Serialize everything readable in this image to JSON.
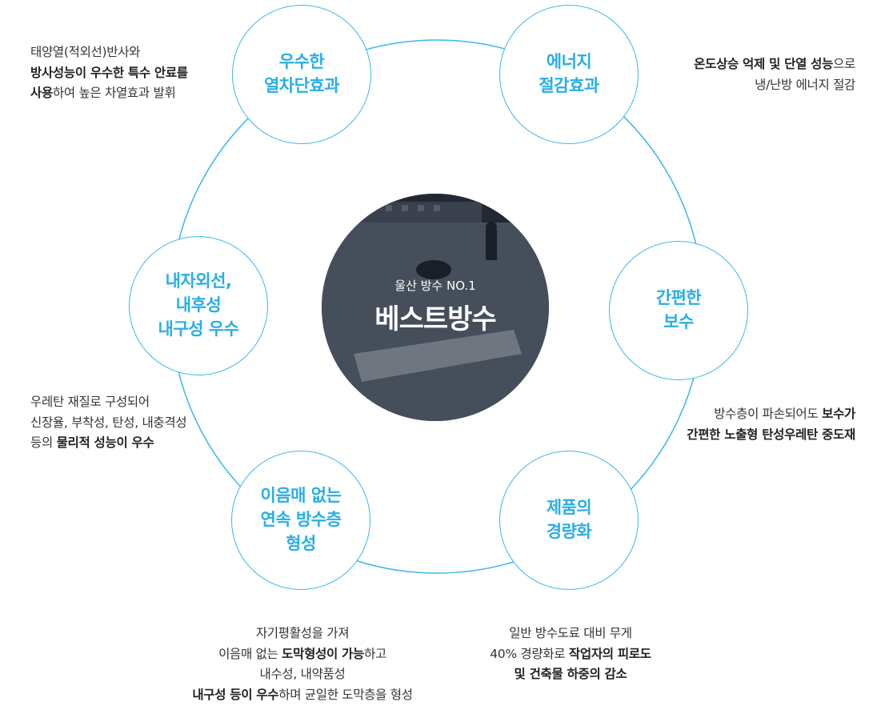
{
  "hub": {
    "subtitle": "울산 방수 NO.1",
    "title": "베스트방수"
  },
  "features": [
    {
      "title": "우수한\n열차단효과",
      "desc": [
        [
          {
            "t": "태양열(적외선)반사와",
            "b": false
          }
        ],
        [
          {
            "t": "방사성능이 우수한 특수 안료를",
            "b": true
          }
        ],
        [
          {
            "t": "사용",
            "b": true
          },
          {
            "t": "하여 높은 차열효과 발휘",
            "b": false
          }
        ]
      ]
    },
    {
      "title": "에너지\n절감효과",
      "desc": [
        [
          {
            "t": "온도상승 억제 및 단열 성능",
            "b": true
          },
          {
            "t": "으로",
            "b": false
          }
        ],
        [
          {
            "t": "냉/난방 에너지 절감",
            "b": false
          }
        ]
      ]
    },
    {
      "title": "간편한\n보수",
      "desc": [
        [
          {
            "t": "방수층이 파손되어도 ",
            "b": false
          },
          {
            "t": "보수가",
            "b": true
          }
        ],
        [
          {
            "t": "간편한 노출형 탄성우레탄 중도재",
            "b": true
          }
        ]
      ]
    },
    {
      "title": "제품의\n경량화",
      "desc": [
        [
          {
            "t": "일반 방수도료 대비 무게",
            "b": false
          }
        ],
        [
          {
            "t": "40% 경량화로 ",
            "b": false
          },
          {
            "t": "작업자의 피로도",
            "b": true
          }
        ],
        [
          {
            "t": "및 건축물 하중의 감소",
            "b": true
          }
        ]
      ]
    },
    {
      "title": "이음매 없는\n연속 방수층\n형성",
      "desc": [
        [
          {
            "t": "자기평활성을 가져",
            "b": false
          }
        ],
        [
          {
            "t": "이음매 없는 ",
            "b": false
          },
          {
            "t": "도막형성이 가능",
            "b": true
          },
          {
            "t": "하고",
            "b": false
          }
        ],
        [
          {
            "t": "내수성, 내약품성",
            "b": false
          }
        ],
        [
          {
            "t": "내구성 등이 우수",
            "b": true
          },
          {
            "t": "하며 균일한 도막층을 형성",
            "b": false
          }
        ]
      ]
    },
    {
      "title": "내자외선,\n내후성\n내구성 우수",
      "desc": [
        [
          {
            "t": "우레탄 재질로 구성되어",
            "b": false
          }
        ],
        [
          {
            "t": "신장율, 부착성, 탄성, 내충격성",
            "b": false
          }
        ],
        [
          {
            "t": "등의 ",
            "b": false
          },
          {
            "t": "물리적 성능이 우수",
            "b": true
          }
        ]
      ]
    }
  ],
  "colors": {
    "accent": "#29aee6",
    "ring": "#3bb7ea",
    "text": "#333333"
  }
}
